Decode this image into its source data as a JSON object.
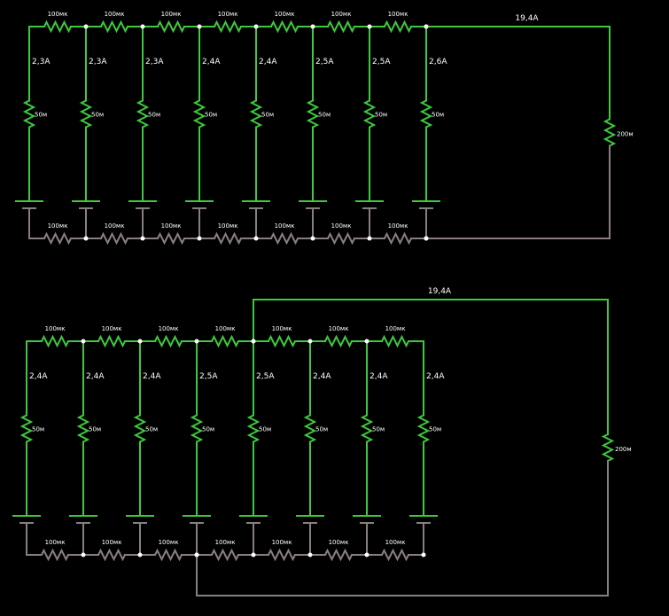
{
  "colors": {
    "background": "#000000",
    "wire_hot": "#3ec93e",
    "wire_return": "#8a7f7f",
    "text": "#ffffff",
    "node": "#ffffff"
  },
  "circuits": [
    {
      "id": "top",
      "top_resistor_labels": [
        "100мк",
        "100мк",
        "100мк",
        "100мк",
        "100мк",
        "100мк",
        "100мк"
      ],
      "bottom_resistor_labels": [
        "100мк",
        "100мк",
        "100мк",
        "100мк",
        "100мк",
        "100мк",
        "100мк"
      ],
      "branch_currents": [
        "2,3A",
        "2,3A",
        "2,3A",
        "2,4A",
        "2,4A",
        "2,5A",
        "2,5A",
        "2,6A"
      ],
      "branch_resistor_labels": [
        "50м",
        "50м",
        "50м",
        "50м",
        "50м",
        "50м",
        "50м",
        "50м"
      ],
      "load_label": "200м",
      "load_current": "19,4A"
    },
    {
      "id": "bottom",
      "top_resistor_labels": [
        "100мк",
        "100мк",
        "100мк",
        "100мк",
        "100мк",
        "100мк",
        "100мк"
      ],
      "bottom_resistor_labels": [
        "100мк",
        "100мк",
        "100мк",
        "100мк",
        "100мк",
        "100мк",
        "100мк"
      ],
      "branch_currents": [
        "2,4A",
        "2,4A",
        "2,4A",
        "2,5A",
        "2,5A",
        "2,4A",
        "2,4A",
        "2,4A"
      ],
      "branch_resistor_labels": [
        "50м",
        "50м",
        "50м",
        "50м",
        "50м",
        "50м",
        "50м",
        "50м"
      ],
      "load_label": "200м",
      "load_current": "19,4A"
    }
  ]
}
